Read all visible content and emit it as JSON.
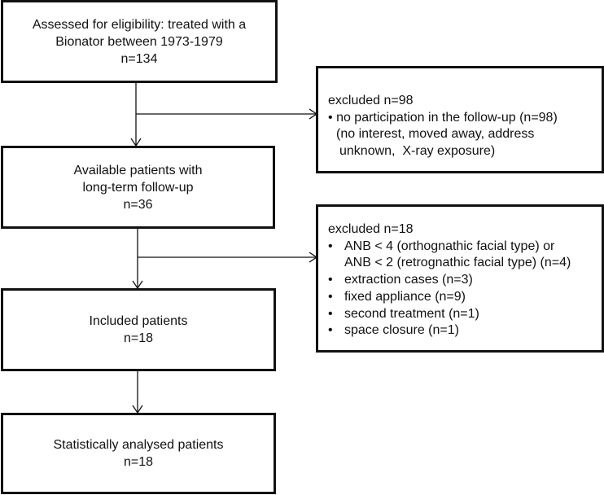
{
  "boxes": {
    "assessed": {
      "line1": "Assessed for eligibility: treated with a",
      "line2": "Bionator between 1973-1979",
      "count": "n=134"
    },
    "available": {
      "line1": "Available patients with",
      "line2": "long-term follow-up",
      "count": "n=36"
    },
    "included": {
      "line1": "Included patients",
      "count": "n=18"
    },
    "analysed": {
      "line1": "Statistically analysed patients",
      "count": "n=18"
    }
  },
  "exclusions": {
    "first": {
      "title": "excluded n=98",
      "bullet": "•",
      "item": "no participation in the follow-up (n=98)",
      "detail1": "(no interest, moved away, address",
      "detail2": "unknown,  X-ray exposure)"
    },
    "second": {
      "title": "excluded n=18",
      "bullet": "•",
      "items": [
        "ANB < 4 (orthognathic facial type) or",
        "extraction cases (n=3)",
        "fixed appliance (n=9)",
        "second treatment (n=1)",
        "space closure (n=1)"
      ],
      "item0_cont": "ANB < 2 (retrognathic facial type) (n=4)"
    }
  }
}
